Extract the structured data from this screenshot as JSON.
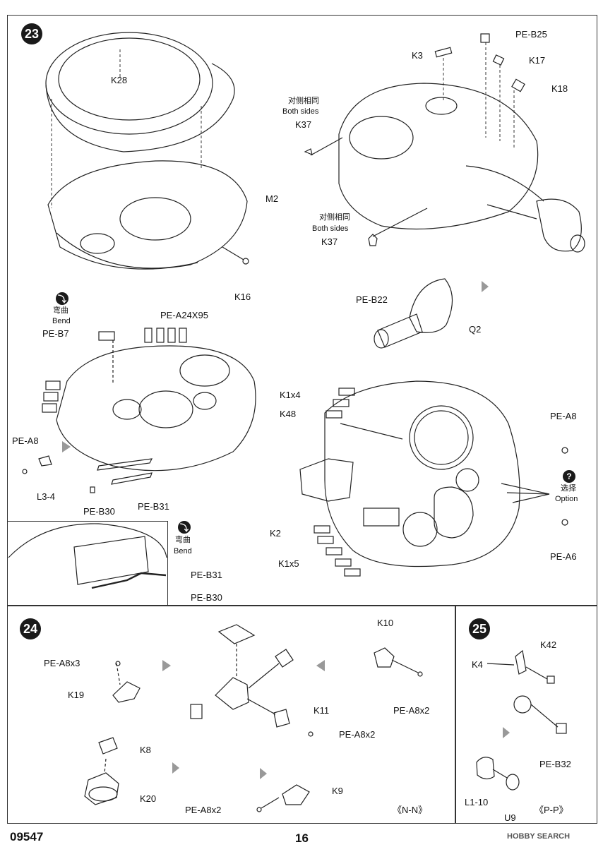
{
  "steps": {
    "s23": "23",
    "s24": "24",
    "s25": "25"
  },
  "step23": {
    "k28": "K28",
    "m2": "M2",
    "k16": "K16",
    "k3": "K3",
    "pe_b25": "PE-B25",
    "k17": "K17",
    "k18": "K18",
    "both_sides_cn_1": "对侧相同",
    "both_sides_en_1": "Both sides",
    "k37_top": "K37",
    "both_sides_cn_2": "对侧相同",
    "both_sides_en_2": "Both sides",
    "k37_bottom": "K37",
    "pe_b22": "PE-B22",
    "q2": "Q2",
    "bend_cn_1": "弯曲",
    "bend_en_1": "Bend",
    "pe_b7": "PE-B7",
    "pe_a24x95": "PE-A24X95",
    "pe_a8_left": "PE-A8",
    "l3_4": "L3-4",
    "pe_b30_top": "PE-B30",
    "pe_b31_top": "PE-B31",
    "bend_cn_2": "弯曲",
    "bend_en_2": "Bend",
    "pe_b31_inset": "PE-B31",
    "pe_b30_inset": "PE-B30",
    "k1x4": "K1x4",
    "k48": "K48",
    "k2": "K2",
    "k1x5": "K1x5",
    "pe_a8_right": "PE-A8",
    "option_cn": "选择",
    "option_en": "Option",
    "pe_a6": "PE-A6"
  },
  "step24": {
    "pe_a8x3": "PE-A8x3",
    "k19": "K19",
    "k8": "K8",
    "k20": "K20",
    "k10": "K10",
    "k11": "K11",
    "pe_a8x2_a": "PE-A8x2",
    "pe_a8x2_b": "PE-A8x2",
    "k9": "K9",
    "pe_a8x2_c": "PE-A8x2",
    "view": "《N-N》"
  },
  "step25": {
    "k4": "K4",
    "k42": "K42",
    "pe_b32": "PE-B32",
    "l1_10": "L1-10",
    "u9": "U9",
    "view": "《P-P》"
  },
  "footer": {
    "code": "09547",
    "page": "16",
    "watermark": "HOBBY SEARCH"
  },
  "icons": {
    "bend": "bend-icon",
    "option": "question-icon"
  }
}
